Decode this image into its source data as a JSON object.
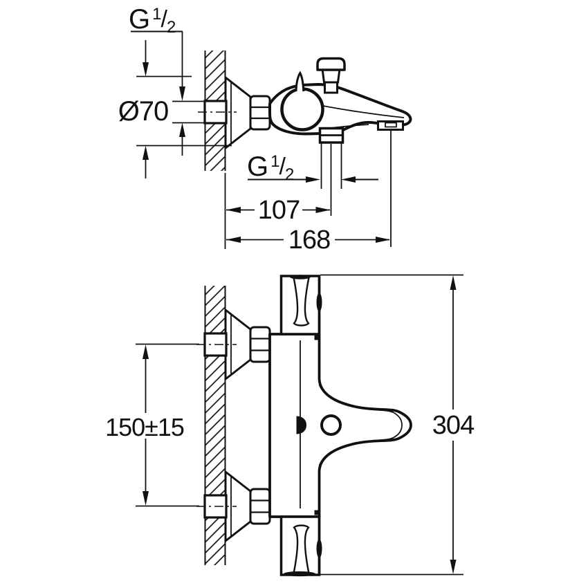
{
  "colors": {
    "line_color": "#111111",
    "background_color": "#ffffff"
  },
  "side_view": {
    "inlet_thread": {
      "prefix": "G",
      "numerator": "1",
      "slash": "/",
      "denominator": "2"
    },
    "escutcheon_diameter": "Ø70",
    "shower_outlet_thread": {
      "prefix": "G",
      "numerator": "1",
      "slash": "/",
      "denominator": "2"
    },
    "wall_to_shower_outlet_mm": "107",
    "wall_to_spout_tip_mm": "168"
  },
  "front_view": {
    "inlet_center_spacing_mm": "150±15",
    "overall_height_mm": "304"
  }
}
